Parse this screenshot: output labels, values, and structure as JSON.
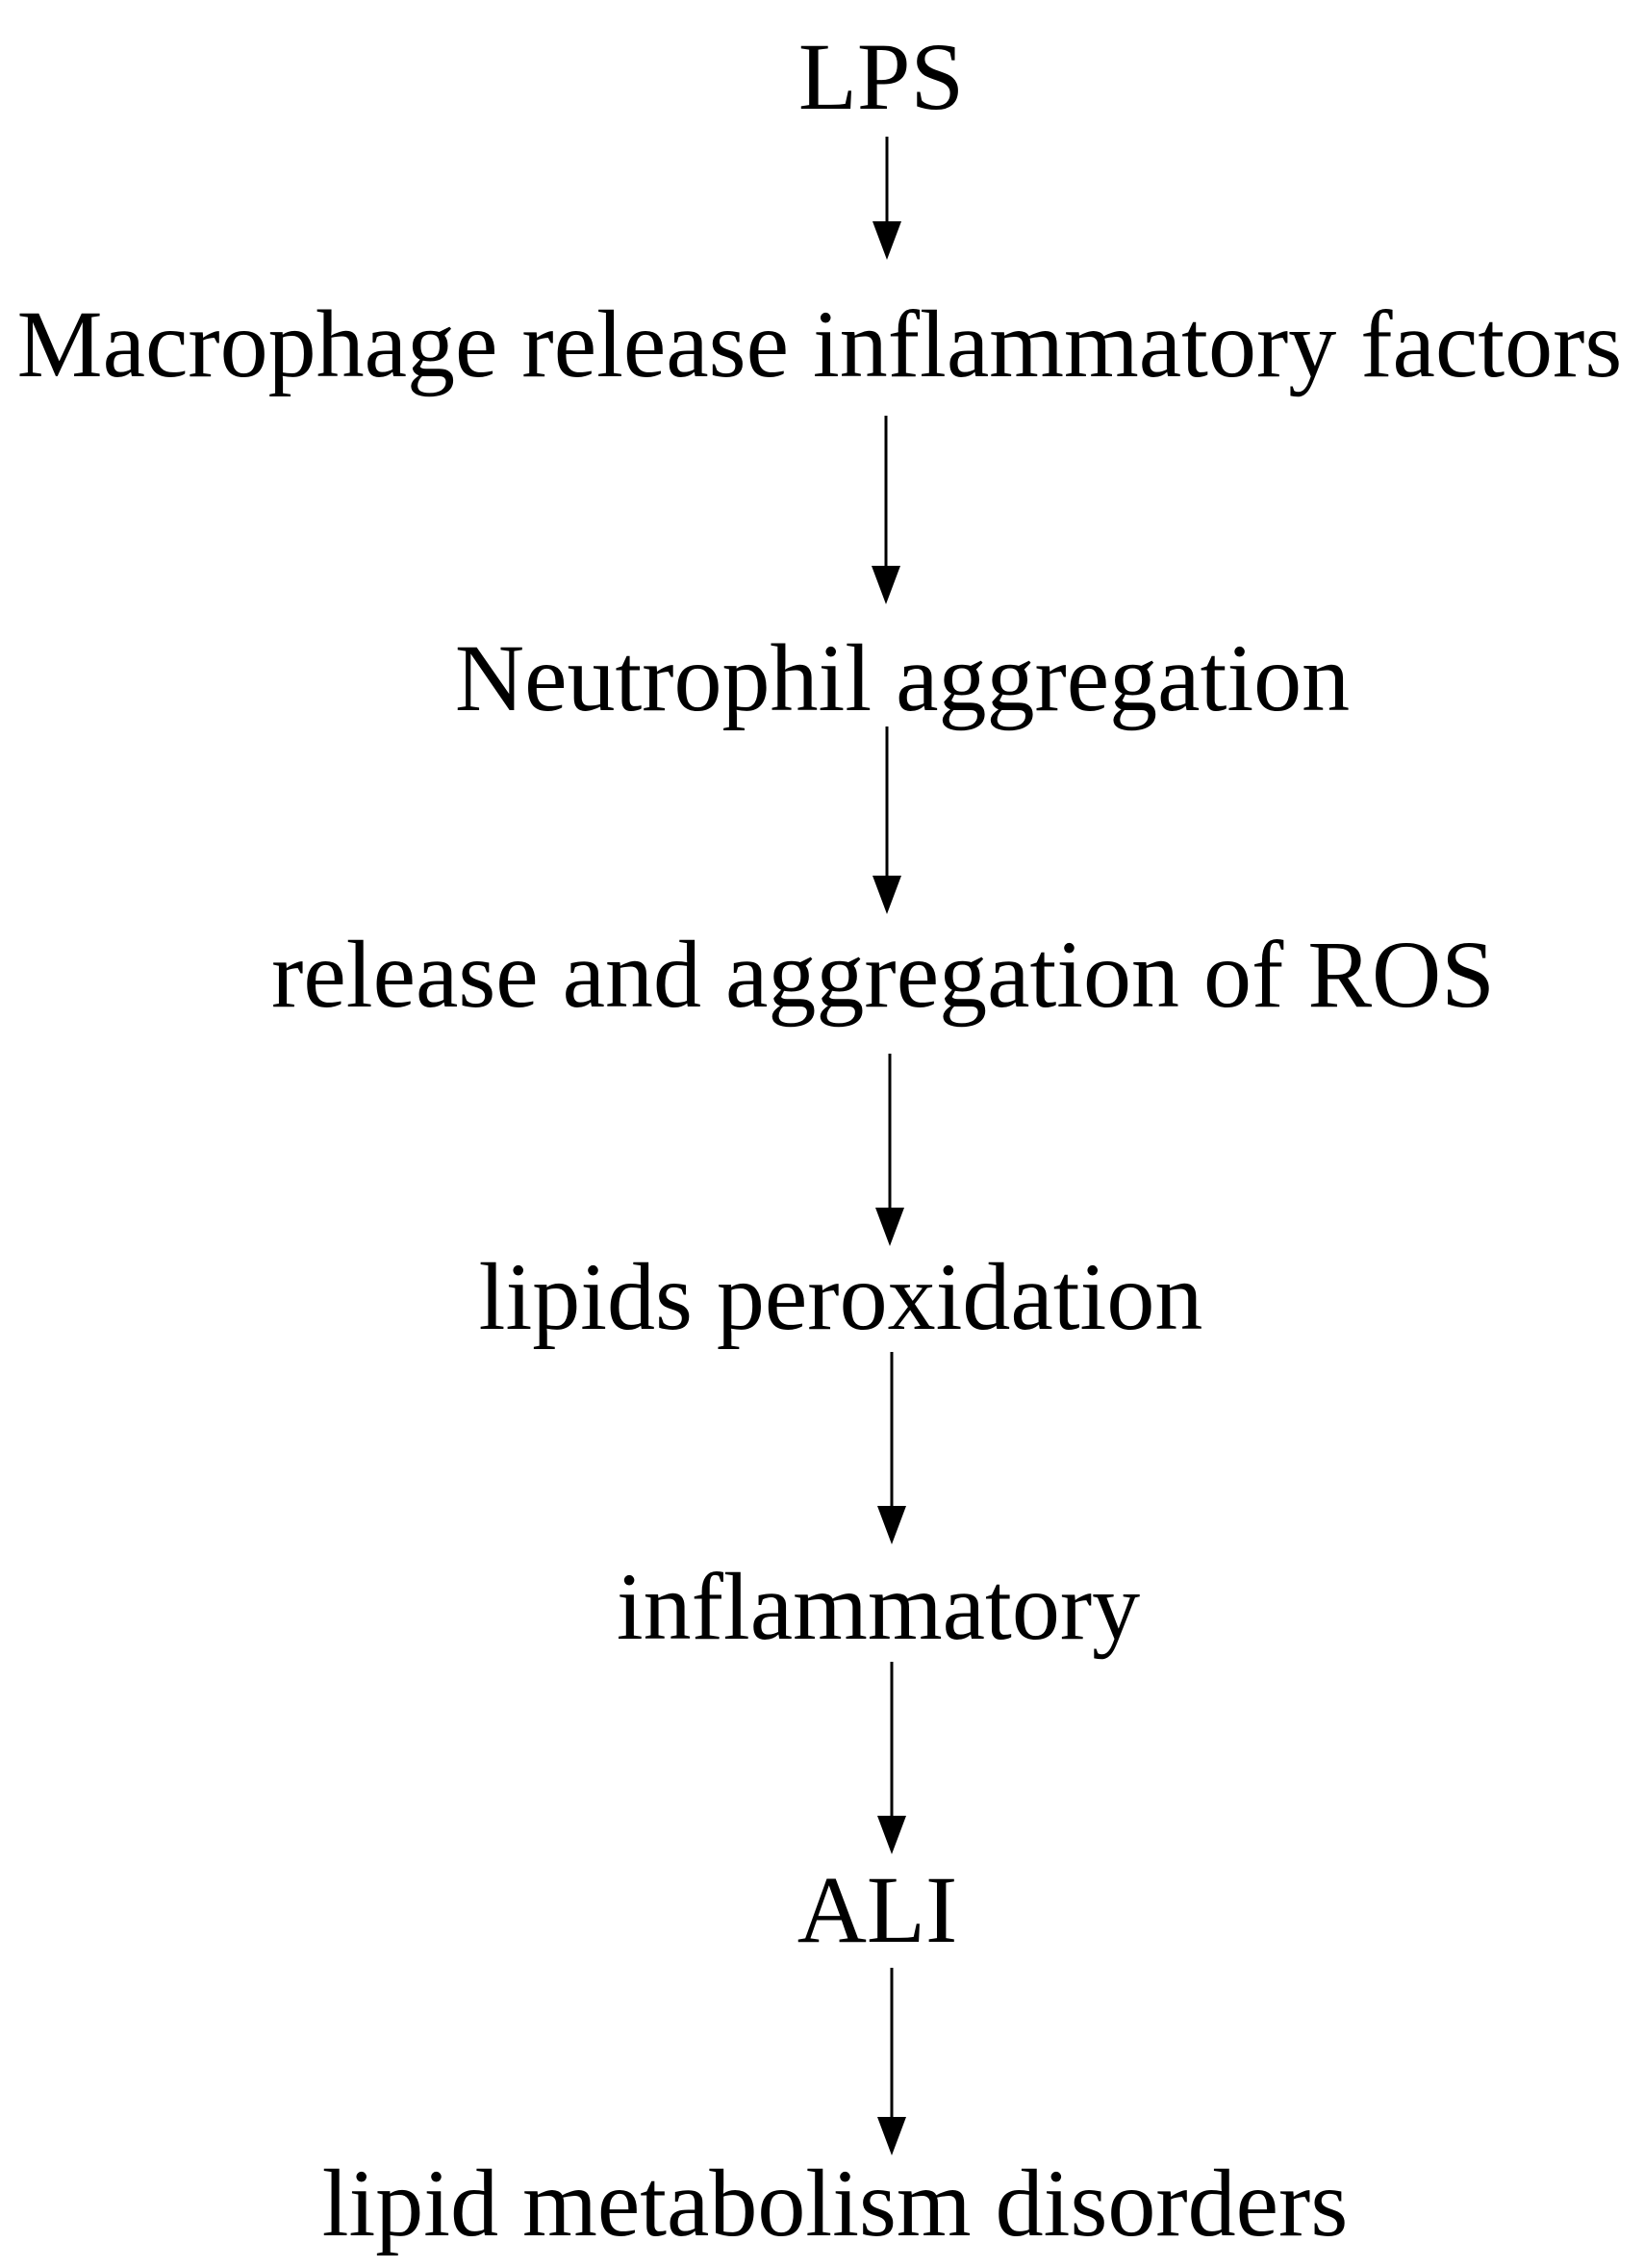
{
  "nodes": [
    {
      "id": "lps",
      "label": "LPS"
    },
    {
      "id": "macrophage",
      "label": "Macrophage release inflammatory factors"
    },
    {
      "id": "neutrophil",
      "label": "Neutrophil aggregation"
    },
    {
      "id": "ros",
      "label": "release and aggregation of ROS"
    },
    {
      "id": "lipids-peroxidation",
      "label": "lipids peroxidation"
    },
    {
      "id": "inflammatory",
      "label": "inflammatory"
    },
    {
      "id": "ali",
      "label": "ALI"
    },
    {
      "id": "lipid-metabolism",
      "label": "lipid metabolism disorders"
    }
  ],
  "edges": [
    {
      "from": "lps",
      "to": "macrophage"
    },
    {
      "from": "macrophage",
      "to": "neutrophil"
    },
    {
      "from": "neutrophil",
      "to": "ros"
    },
    {
      "from": "ros",
      "to": "lipids-peroxidation"
    },
    {
      "from": "lipids-peroxidation",
      "to": "inflammatory"
    },
    {
      "from": "inflammatory",
      "to": "ali"
    },
    {
      "from": "ali",
      "to": "lipid-metabolism"
    }
  ],
  "colors": {
    "text": "#000000",
    "arrow": "#000000",
    "background": "#ffffff"
  }
}
